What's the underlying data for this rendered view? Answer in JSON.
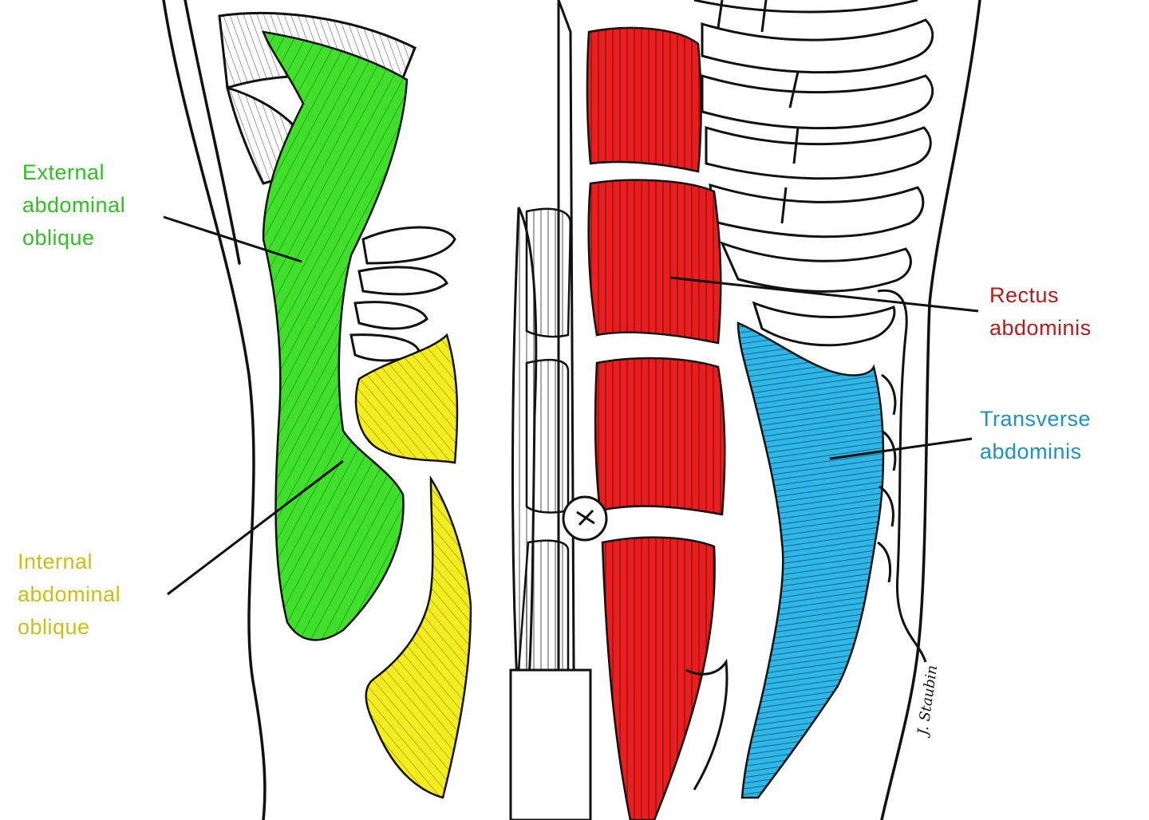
{
  "colors": {
    "external_oblique": "#3ee02a",
    "internal_oblique": "#f4ec1c",
    "rectus_abdominis": "#ee1c1c",
    "transverse_abdominis": "#2cb8ea",
    "line": "#111111",
    "background": "#ffffff"
  },
  "labels": {
    "external_oblique": [
      "External",
      "abdominal",
      "oblique"
    ],
    "internal_oblique": [
      "Internal",
      "abdominal",
      "oblique"
    ],
    "rectus_abdominis": [
      "Rectus",
      "abdominis"
    ],
    "transverse_abdominis": [
      "Transverse",
      "abdominis"
    ]
  },
  "signature": "J. Staubin"
}
